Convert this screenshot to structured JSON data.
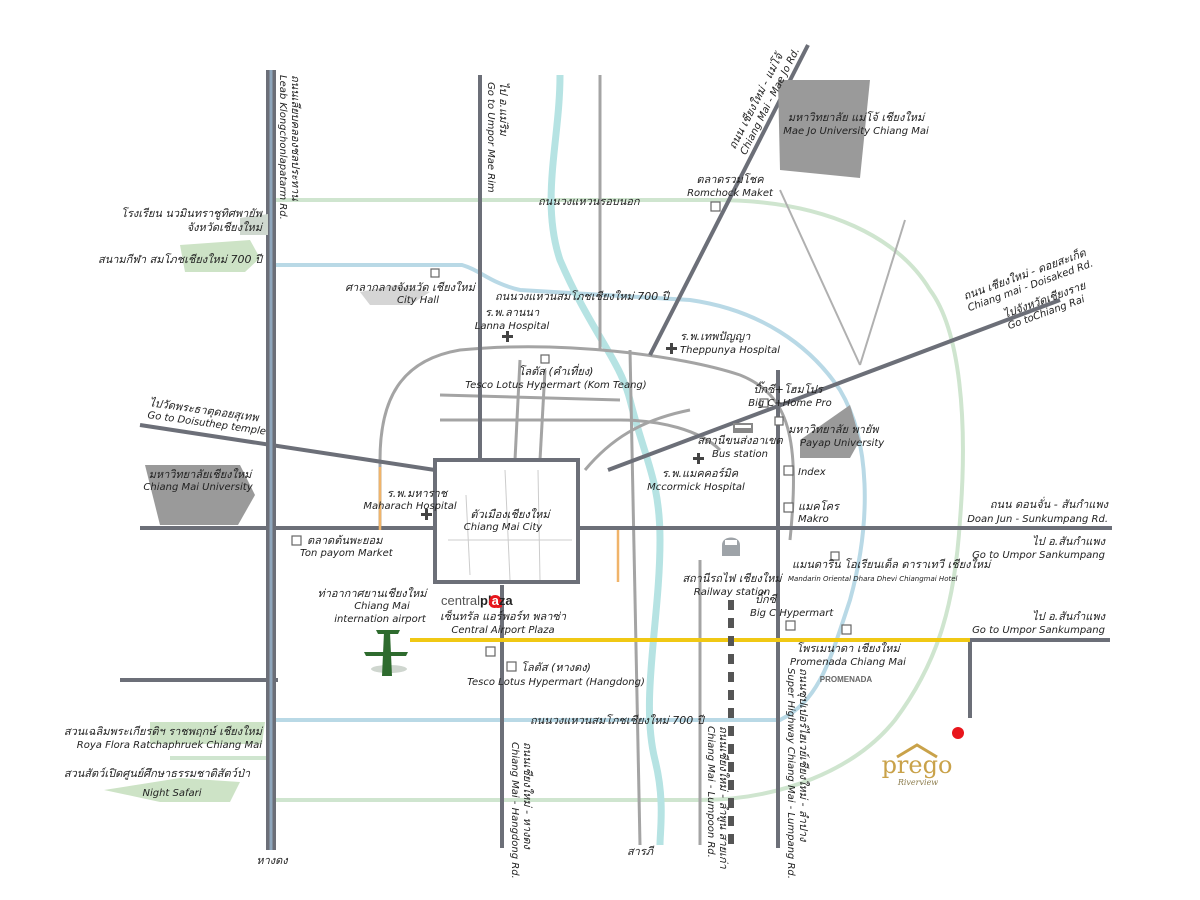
{
  "roads": {
    "hangdong_road": {
      "th": "ถนนเลียบคลองชลประทาน",
      "en": "Leab Klongchonlapatarm Rd."
    },
    "mae_rim": {
      "th": "ไป อ.แม่ริม",
      "en": "Go to Umpor Mae Rim"
    },
    "mae_jo": {
      "th": "ถนน เชียงใหม่ - แม่โจ้",
      "en": "Chiang Mai - Mae Jo Rd."
    },
    "outer_ring": {
      "th": "ถนนวงแหวนรอบนอก"
    },
    "ring_700_north": {
      "th": "ถนนวงแหวนสมโภชเชียงใหม่ 700 ปี"
    },
    "ring_700_south": {
      "th": "ถนนวงแหวนสมโภชเชียงใหม่ 700 ปี"
    },
    "doisaked": {
      "th": "ถนน เชียงใหม่ - ดอยสะเก็ด",
      "en": "Chiang mai - Doisaked Rd."
    },
    "chiang_rai": {
      "th": "ไปจังหวัดเชียงราย",
      "en": "Go toChiang Rai"
    },
    "doisuthep": {
      "th": "ไปวัดพระธาตุดอยสุเทพ",
      "en": "Go to Doisuthep temple"
    },
    "doan_jun": {
      "th": "ถนน ดอนจั่น - สันกำแพง",
      "en": "Doan Jun - Sunkumpang Rd."
    },
    "sankumpang_1": {
      "th": "ไป อ.สันกำแพง",
      "en": "Go to Umpor Sankumpang"
    },
    "sankumpang_2": {
      "th": "ไป อ.สันกำแพง",
      "en": "Go to Umpor Sankumpang"
    },
    "hangdong_rd": {
      "th": "ถนนเชียงใหม่ - หางดง",
      "en": "Chiang Mai - Hangdong Rd."
    },
    "lumpoon": {
      "th": "ถนนเชียงใหม่ - ลำพูน สายเก่า",
      "en": "Chiang Mai - Lumpoon Rd."
    },
    "super_highway": {
      "th": "ถนนซุปเปอร์ไฮเวย์เชียงใหม่ - ลำปาง",
      "en": "Super Highway Chiang Mai - Lumpang Rd."
    },
    "hangdong_bottom": "หางดง",
    "saraphi": "สารภี"
  },
  "places": {
    "school": {
      "th": "โรงเรียน นวมินทราชูทิศพายัพ",
      "th2": "จังหวัดเชียงใหม่"
    },
    "stadium": {
      "th": "สนามกีฬา สมโภชเชียงใหม่ 700 ปี"
    },
    "city_hall": {
      "th": "ศาลากลางจังหวัด เชียงใหม่",
      "en": "City Hall"
    },
    "lanna": {
      "th": "ร.พ.ลานนา",
      "en": "Lanna Hospital"
    },
    "theppunya": {
      "th": "ร.พ.เทพปัญญา",
      "en": "Theppunya Hospital"
    },
    "tesco_kt": {
      "th": "โลตัส (คำเที่ยง)",
      "en": "Tesco Lotus Hypermart (Kom Teang)"
    },
    "romchock": {
      "th": "ตลาดรวมโชค",
      "en": "Romchock Maket"
    },
    "maejo_univ": {
      "th": "มหาวิทยาลัย แม่โจ้ เชียงใหม่",
      "en": "Mae Jo University Chiang Mai"
    },
    "bigc_home": {
      "th": "บิ๊กซี+โฮมโปร",
      "en": "Big C+Home Pro"
    },
    "payap": {
      "th": "มหาวิทยาลัย พายัพ",
      "en": "Payap University"
    },
    "bus": {
      "th": "สถานีขนส่งอาเขต",
      "en": "Bus station"
    },
    "mccormick": {
      "th": "ร.พ.แมคคอร์มิค",
      "en": "Mccormick Hospital"
    },
    "index": {
      "en": "Index"
    },
    "makro": {
      "th": "แมคโคร",
      "en": "Makro"
    },
    "cmu": {
      "th": "มหาวิทยาลัยเชียงใหม่",
      "en": "Chiang Mai University"
    },
    "maharach": {
      "th": "ร.พ.มหาราช",
      "en": "Maharach Hospital"
    },
    "city": {
      "th": "ตัวเมืองเชียงใหม่",
      "en": "Chiang Mai City"
    },
    "tonpayom": {
      "th": "ตลาดต้นพะยอม",
      "en": "Ton payom Market"
    },
    "mandarin": {
      "th": "แมนดาริน โอเรียนเต็ล ดาราเทวี เชียงใหม่",
      "en": "Mandarin Oriental Dhara Dhevi Chiangmai Hotel"
    },
    "railway": {
      "th": "สถานีรถไฟ เชียงใหม่",
      "en": "Railway station"
    },
    "airport": {
      "th": "ท่าอากาศยานเชียงใหม่",
      "en1": "Chiang Mai",
      "en2": "internation airport"
    },
    "central_logo": {
      "pre": "central",
      "post": "pl",
      "z": "a",
      "post2": "za"
    },
    "central": {
      "th": "เซ็นทรัล แอร์พอร์ท พลาซ่า",
      "en": "Central Airport Plaza"
    },
    "bigc": {
      "th": "บิ๊กซี",
      "en": "Big C Hypermart"
    },
    "promenada": {
      "th": "โพรเมนาดา เชียงใหม่",
      "en": "Promenada Chiang Mai",
      "logo": "PROMENADA"
    },
    "tesco_hd": {
      "th": "โลตัส (หางดง)",
      "en": "Tesco Lotus Hypermart (Hangdong)"
    },
    "royal_flora": {
      "th": "สวนเฉลิมพระเกียรติฯ ราชพฤกษ์ เชียงใหม่",
      "en": "Roya Flora Ratchaphruek Chiang Mai"
    },
    "night_safari": {
      "th": "สวนสัตว์เปิดศูนย์ศึกษาธรรมชาติสัตว์ป่า",
      "en": "Night Safari"
    },
    "prego": {
      "name": "prego",
      "sub": "Riverview"
    }
  },
  "colors": {
    "road": "#8a8a8a",
    "main_road": "#6c6f78",
    "ring": "#cfe5cf",
    "river": "#b6e3e3",
    "highlight": "#f0c814",
    "building": "#9a9a9a",
    "marker": "#e8161c",
    "prego": "#c9a24a"
  }
}
